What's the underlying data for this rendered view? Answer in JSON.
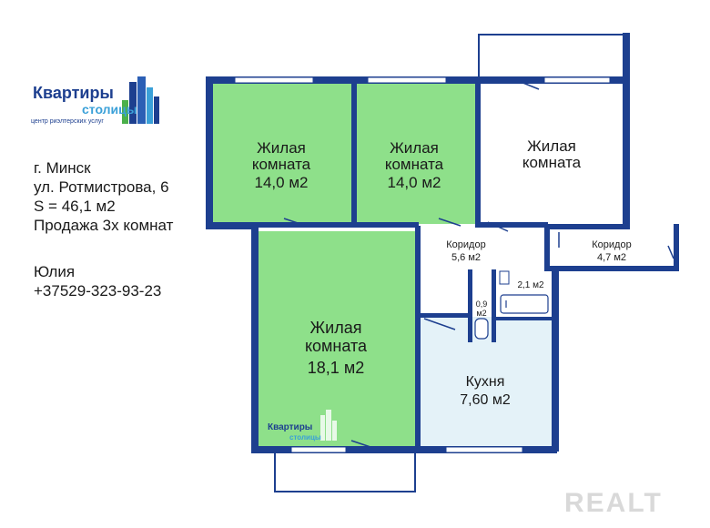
{
  "logo": {
    "title": "Квартиры",
    "subtitle": "столицы",
    "tagline": "центр риэлтерских услуг"
  },
  "info": {
    "city": "г. Минск",
    "street": "ул. Ротмистрова, 6",
    "area": "S = 46,1 м2",
    "offer": "Продажа 3х комнат"
  },
  "contact": {
    "name": "Юлия",
    "phone": "+37529-323-93-23"
  },
  "rooms": {
    "room1": {
      "line1": "Жилая",
      "line2": "комната",
      "area": "14,0 м2"
    },
    "room2": {
      "line1": "Жилая",
      "line2": "комната",
      "area": "14,0 м2"
    },
    "room3": {
      "line1": "Жилая",
      "line2": "комната"
    },
    "room4": {
      "line1": "Жилая",
      "line2": "комната",
      "area": "18,1 м2"
    },
    "corridor1": {
      "name": "Коридор",
      "area": "5,6 м2"
    },
    "corridor2": {
      "name": "Коридор",
      "area": "4,7 м2"
    },
    "bath": {
      "area": "2,1 м2"
    },
    "wc": {
      "line1": "0,9",
      "line2": "м2"
    },
    "kitchen": {
      "name": "Кухня",
      "area": "7,60 м2"
    }
  },
  "floorplan_logo": {
    "title": "Квартиры",
    "subtitle": "столицы"
  },
  "watermark": "REALT",
  "colors": {
    "wall": "#1d3f8f",
    "living": "#8ee08a",
    "kitchen": "#e4f2f8",
    "background": "#ffffff"
  }
}
